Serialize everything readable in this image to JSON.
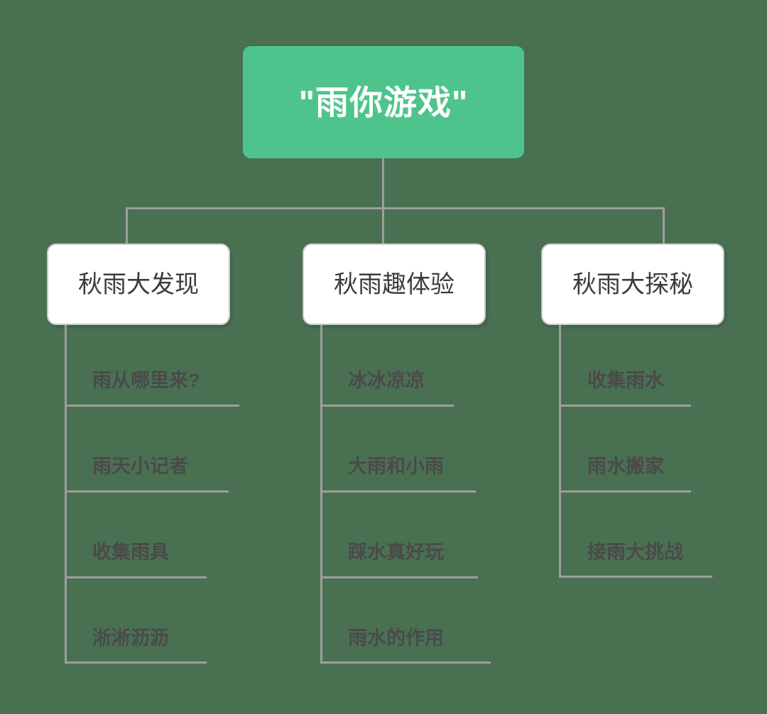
{
  "diagram": {
    "title": "秋雨主题网络图",
    "background_color": "#4a7052",
    "root_color": "#4ec48c",
    "node_color": "#ffffff",
    "line_color": "#9e9e9e",
    "text_color": "#4a4a4a"
  },
  "root": {
    "label": "\"雨你游戏\""
  },
  "branches": [
    {
      "label": "秋雨大发现",
      "leaves": [
        {
          "label": "雨从哪里来?"
        },
        {
          "label": "雨天小记者"
        },
        {
          "label": "收集雨具"
        },
        {
          "label": "淅淅沥沥"
        }
      ]
    },
    {
      "label": "秋雨趣体验",
      "leaves": [
        {
          "label": "冰冰凉凉"
        },
        {
          "label": "大雨和小雨"
        },
        {
          "label": "踩水真好玩"
        },
        {
          "label": "雨水的作用"
        }
      ]
    },
    {
      "label": "秋雨大探秘",
      "leaves": [
        {
          "label": "收集雨水"
        },
        {
          "label": "雨水搬家"
        },
        {
          "label": "接雨大挑战"
        }
      ]
    }
  ]
}
